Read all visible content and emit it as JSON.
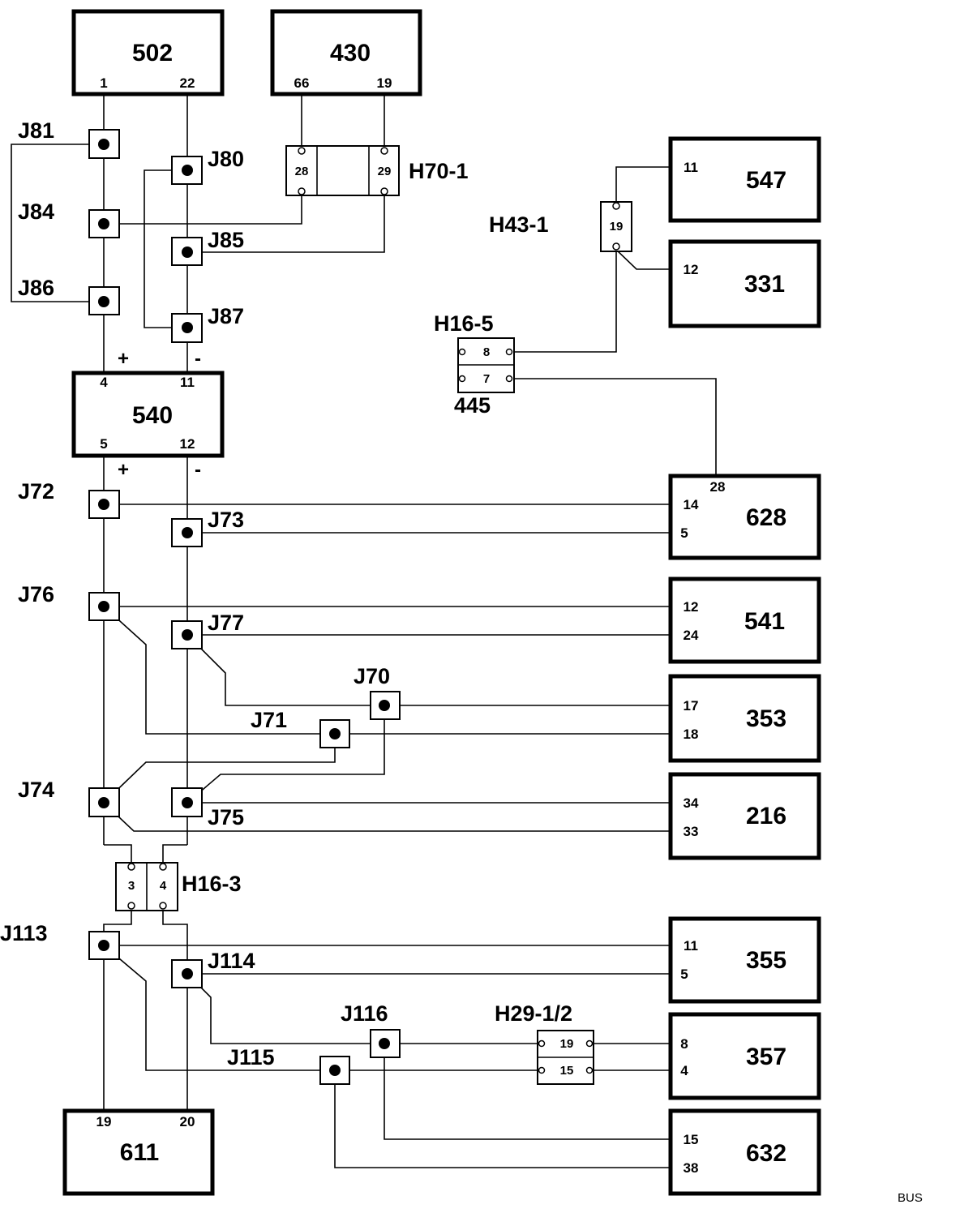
{
  "components": {
    "c502": {
      "name": "502",
      "pin_a": "1",
      "pin_b": "22"
    },
    "c430": {
      "name": "430",
      "pin_a": "66",
      "pin_b": "19"
    },
    "c540": {
      "name": "540",
      "pin_top_a": "4",
      "pin_top_b": "11",
      "pin_bot_a": "5",
      "pin_bot_b": "12"
    },
    "c547": {
      "name": "547",
      "pin": "11"
    },
    "c331": {
      "name": "331",
      "pin": "12"
    },
    "c628": {
      "name": "628",
      "pin_top": "28",
      "pin_a": "14",
      "pin_b": "5"
    },
    "c541": {
      "name": "541",
      "pin_a": "12",
      "pin_b": "24"
    },
    "c353": {
      "name": "353",
      "pin_a": "17",
      "pin_b": "18"
    },
    "c216": {
      "name": "216",
      "pin_a": "34",
      "pin_b": "33"
    },
    "c355": {
      "name": "355",
      "pin_a": "11",
      "pin_b": "5"
    },
    "c357": {
      "name": "357",
      "pin_a": "8",
      "pin_b": "4"
    },
    "c632": {
      "name": "632",
      "pin_a": "15",
      "pin_b": "38"
    },
    "c611": {
      "name": "611",
      "pin_a": "19",
      "pin_b": "20"
    }
  },
  "junctions": {
    "J81": "J81",
    "J80": "J80",
    "J84": "J84",
    "J85": "J85",
    "J86": "J86",
    "J87": "J87",
    "J72": "J72",
    "J73": "J73",
    "J76": "J76",
    "J77": "J77",
    "J70": "J70",
    "J71": "J71",
    "J74": "J74",
    "J75": "J75",
    "J113": "J113",
    "J114": "J114",
    "J116": "J116",
    "J115": "J115"
  },
  "connectors": {
    "H70": {
      "label": "H70-1",
      "pin_a": "28",
      "pin_b": "29"
    },
    "H43": {
      "label": "H43-1",
      "pin": "19"
    },
    "H165": {
      "label": "H16-5",
      "pin_a": "8",
      "pin_b": "7",
      "sub": "445"
    },
    "H163": {
      "label": "H16-3",
      "pin_a": "3",
      "pin_b": "4"
    },
    "H29": {
      "label": "H29-1/2",
      "pin_a": "19",
      "pin_b": "15"
    }
  },
  "polarity": {
    "plus": "+",
    "minus": "-"
  },
  "footer": {
    "bus_label": "BUS"
  }
}
